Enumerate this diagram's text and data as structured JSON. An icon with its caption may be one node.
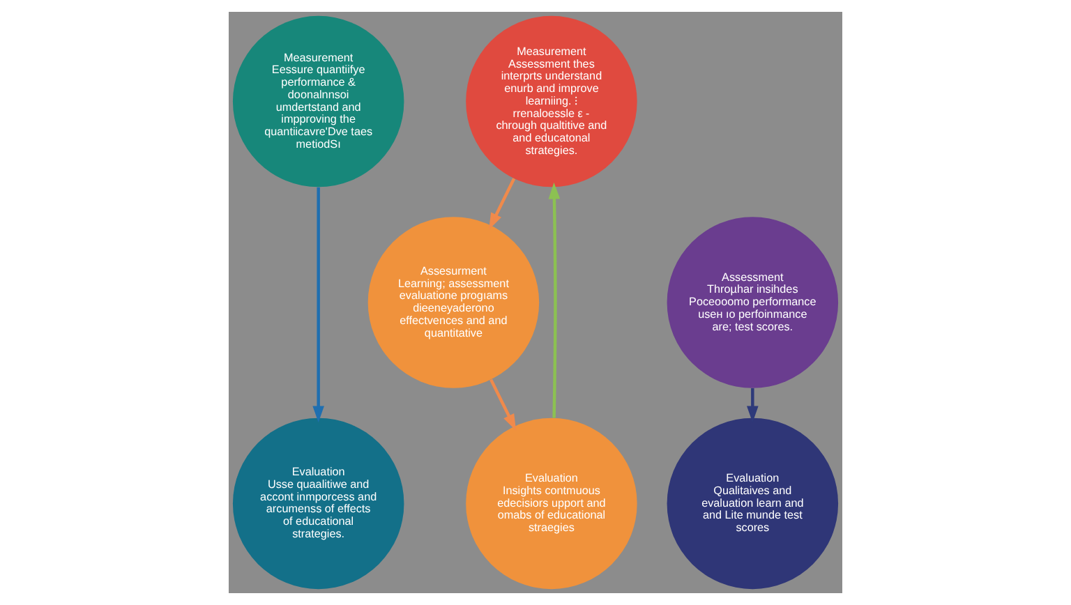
{
  "diagram": {
    "nodes": [
      {
        "text": [
          "Measurement",
          "Eessure quantiifye performance & doonalnnsoi umdertstand and impproving the quantiicavre'Dve taes metiodSı"
        ]
      },
      {
        "text": [
          "Measurement",
          "Assessment thes interprts understand enurb and improve learniing. ⁝ rrenaloessle ε ⁃ chrough qualtitive and and educatonal strategies."
        ]
      },
      {
        "text": [
          "Assessment",
          "Throµhar insihdes Poceooomo performance useн ıo perfoinmance are; test scores."
        ]
      },
      {
        "text": [
          "Assesurment",
          "Learning; assessment evaluatione progıams dieeneyaderono effectvences and and quantitative"
        ]
      },
      {
        "text": [
          "Evaluation",
          "Qualitaives and evaluation learn and and Lite munde test scores"
        ]
      },
      {
        "text": [
          "Evaluation",
          "Usse quaalitiwe and accont inmporcess and arcumenss of effects of educational strategies."
        ]
      },
      {
        "text": [
          "Evaluation",
          "Insights contmuous edecisiors upport and omabs of educational straegies"
        ]
      }
    ],
    "edges": [
      {
        "from": 2,
        "to": 4,
        "arrow": "to",
        "color": "#2e3a7a"
      },
      {
        "from": 0,
        "to": 5,
        "arrow": "to",
        "color": "#1f6fb0"
      },
      {
        "from": 1,
        "to": 3,
        "arrow": "to",
        "color": "#f08a4b"
      },
      {
        "from": 3,
        "to": 6,
        "arrow": "to",
        "color": "#f08a4b"
      },
      {
        "from": 6,
        "to": 1,
        "arrow": "to",
        "color": "#8cc152"
      }
    ]
  }
}
